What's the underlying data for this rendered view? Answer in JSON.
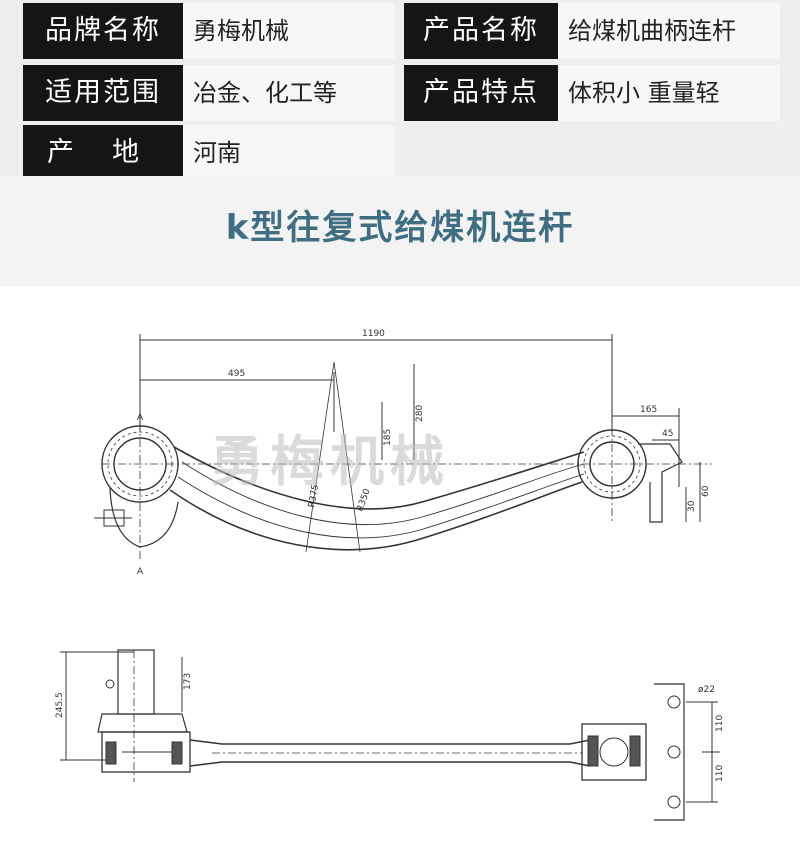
{
  "spec": {
    "brand_label": "品牌名称",
    "brand_value": "勇梅机械",
    "product_label": "产品名称",
    "product_value": "给煤机曲柄连杆",
    "scope_label": "适用范围",
    "scope_value": "冶金、化工等",
    "feature_label": "产品特点",
    "feature_value": "体积小 重量轻",
    "origin_label": "产地",
    "origin_value": "河南"
  },
  "headline": "k型往复式给煤机连杆",
  "drawing": {
    "watermark": "勇梅机械",
    "dims": {
      "d1190": "1190",
      "d495": "495",
      "d280": "280",
      "d165": "165",
      "d45": "45",
      "d60": "60",
      "d30": "30",
      "d185": "185",
      "r375": "R375",
      "r350": "R350",
      "sectionA_top": "A",
      "sectionA_bottom": "A",
      "d173": "173",
      "d2455": "245.5",
      "d22": "ø22",
      "d110a": "110",
      "d110b": "110"
    }
  }
}
